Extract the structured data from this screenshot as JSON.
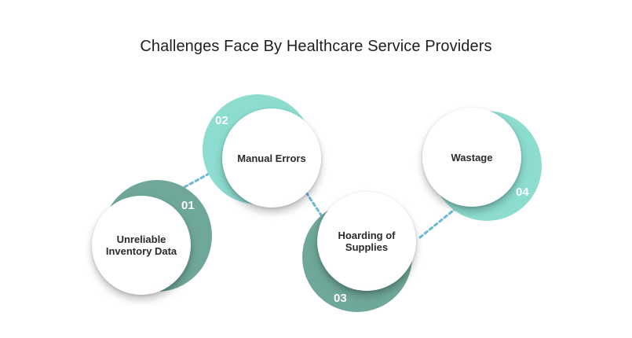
{
  "title": "Challenges Face By Healthcare Service Providers",
  "colors": {
    "dark_teal": "#6fa89a",
    "light_teal": "#8cdcd0",
    "connector": "#6bb8d4"
  },
  "items": [
    {
      "number": "01",
      "label": "Unreliable Inventory Data"
    },
    {
      "number": "02",
      "label": "Manual Errors"
    },
    {
      "number": "03",
      "label": "Hoarding of Supplies"
    },
    {
      "number": "04",
      "label": "Wastage"
    }
  ]
}
